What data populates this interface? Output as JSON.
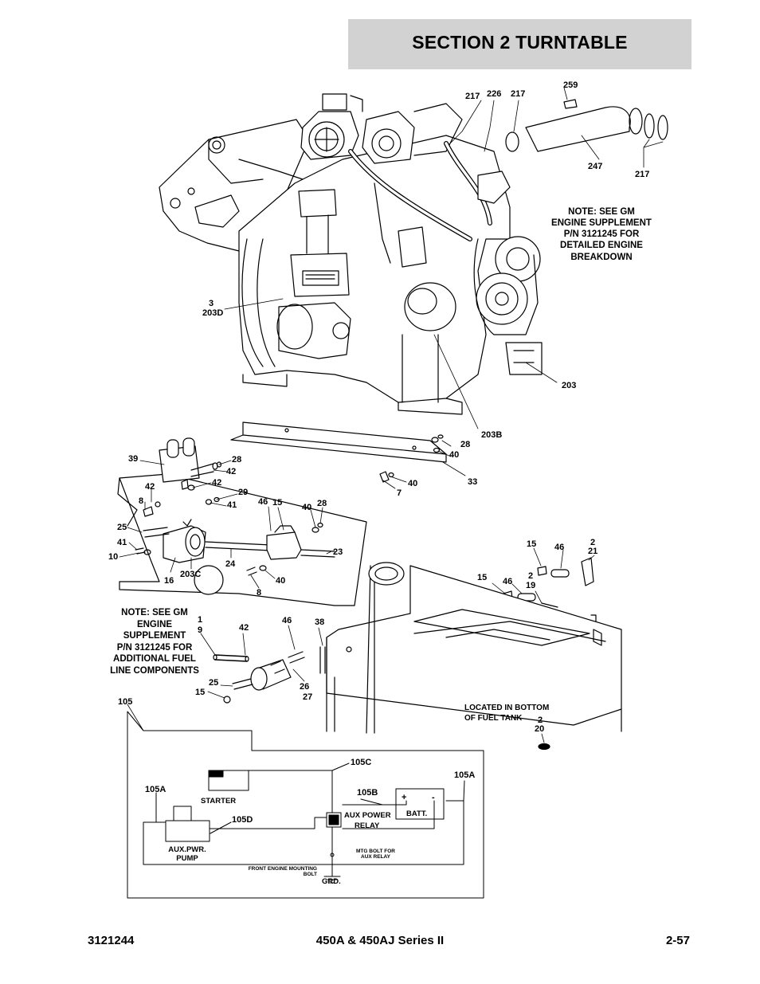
{
  "header": {
    "title": "SECTION 2   TURNTABLE"
  },
  "footer": {
    "left": "3121244",
    "center": "450A & 450AJ Series II",
    "right": "2-57"
  },
  "callouts": {
    "c259": "259",
    "c217a": "217",
    "c226": "226",
    "c217b": "217",
    "c247": "247",
    "c217c": "217",
    "c3": "3",
    "c203D": "203D",
    "c203": "203",
    "c203B": "203B",
    "c28a": "28",
    "c40a": "40",
    "c33": "33",
    "c40b": "40",
    "c7": "7",
    "c39": "39",
    "c28b": "28",
    "c42a": "42",
    "c42b": "42",
    "c42c": "42",
    "c8a": "8",
    "c29": "29",
    "c41a": "41",
    "c46a": "46",
    "c15a": "15",
    "c40c": "40",
    "c28c": "28",
    "c25a": "25",
    "c41b": "41",
    "c10": "10",
    "c23": "23",
    "c16": "16",
    "c203C": "203C",
    "c24": "24",
    "c40d": "40",
    "c8b": "8",
    "c1": "1",
    "c9": "9",
    "c42d": "42",
    "c46b": "46",
    "c38": "38",
    "c25b": "25",
    "c15b": "15",
    "c26": "26",
    "c27": "27",
    "c15c": "15",
    "c46c": "46",
    "c2a": "2",
    "c21": "21",
    "c15d": "15",
    "c46d": "46",
    "c2b": "2",
    "c19": "19",
    "c2c": "2",
    "c20": "20",
    "c105": "105",
    "c105C": "105C",
    "c105A_left": "105A",
    "c105A_right": "105A",
    "c105B": "105B",
    "c105D": "105D"
  },
  "notes": {
    "engine": [
      "NOTE: SEE GM",
      "ENGINE SUPPLEMENT",
      "P/N 3121245 FOR",
      "DETAILED ENGINE",
      "BREAKDOWN"
    ],
    "fuel": [
      "NOTE: SEE GM",
      "ENGINE",
      "SUPPLEMENT",
      "P/N 3121245 FOR",
      "ADDITIONAL FUEL",
      "LINE COMPONENTS"
    ],
    "tank": [
      "LOCATED IN BOTTOM",
      "OF FUEL TANK"
    ]
  },
  "wiring": {
    "starter": "STARTER",
    "aux_power_relay": [
      "AUX POWER",
      "RELAY"
    ],
    "batt": "BATT.",
    "plus": "+",
    "minus": "-",
    "aux_pwr_pump": [
      "AUX.PWR.",
      "PUMP"
    ],
    "front_mount": [
      "FRONT ENGINE MOUNTING",
      "BOLT"
    ],
    "mtg_bolt": [
      "MTG BOLT FOR",
      "AUX RELAY"
    ],
    "grd": "GRD."
  }
}
